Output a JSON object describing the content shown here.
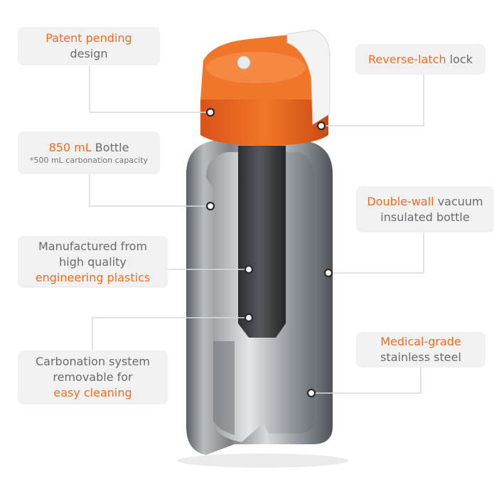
{
  "colors": {
    "accent": "#ef6b1f",
    "text": "#6b6b6b",
    "callout_bg": "#f1f1f1",
    "leader": "#d9d9d9"
  },
  "callouts": {
    "patent": {
      "accent": "Patent pending",
      "text": "design"
    },
    "bottle": {
      "accent": "850 mL",
      "text": " Bottle",
      "note": "*500 mL carbonation capacity"
    },
    "plastics": {
      "line1": "Manufactured from",
      "line2": "high quality",
      "accent": "engineering plastics"
    },
    "cleaning": {
      "line1": "Carbonation system",
      "line2": "removable for",
      "accent": "easy cleaning"
    },
    "latch": {
      "accent": "Reverse-latch",
      "text": " lock"
    },
    "insulated": {
      "accent": "Double-wall",
      "text": " vacuum",
      "line2": "insulated bottle"
    },
    "steel": {
      "accent": "Medical-grade",
      "line2": "stainless steel"
    }
  }
}
